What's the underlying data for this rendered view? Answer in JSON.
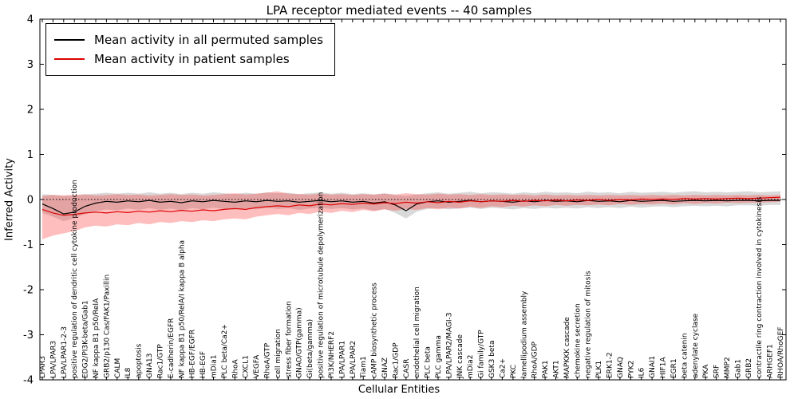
{
  "chart_data": {
    "type": "line",
    "title": "LPA receptor mediated events -- 40 samples",
    "xlabel": "Cellular Entities",
    "ylabel": "Inferred Activity",
    "ylim": [
      -4,
      4
    ],
    "yticks": [
      -4,
      -3,
      -2,
      -1,
      0,
      1,
      2,
      3,
      4
    ],
    "zero_line_style": "dotted",
    "legend_position": "upper left",
    "categories": [
      "LPAR3",
      "LPA/LPAR3",
      "LPA/LPAR1-2-3",
      "positive regulation of dendritic cell cytokine production",
      "EDG2/PI3K-beta/Gab1",
      "NF kappa B1 p50/RelA",
      "GRB2/p130 Cas/FAK1/Paxillin",
      "CALM",
      "IL8",
      "apoptosis",
      "GNA13",
      "Rac1/GTP",
      "E-cadherin/EGFR",
      "NF kappa B1 p50/RelA/I kappa B alpha",
      "HB-EGF/EGFR",
      "HB-EGF",
      "mDia1",
      "PLC beta/Ca2+",
      "RhoA",
      "CXCL1",
      "VEGFA",
      "RhoA/GTP",
      "cell migration",
      "stress fiber formation",
      "GNAO/GTP(gamma)",
      "Gi(beta/gamma)",
      "positive regulation of microtubule depolymerization",
      "PI3K/NHERF2",
      "LPA/LPAR1",
      "LPA/LPAR2",
      "Tiam1",
      "cAMP biosynthetic process",
      "GNAZ",
      "Rac1/GDP",
      "CASR",
      "endothelial cell migration",
      "PLC beta",
      "PLC gamma",
      "LPA/LPAR2/MAGI-3",
      "JNK cascade",
      "mDia2",
      "Gi family/GTP",
      "GSK3 beta",
      "Ca2+",
      "PKC",
      "lamellipodium assembly",
      "RhoA/GDP",
      "PAK1",
      "AKT1",
      "MAPKKK cascade",
      "chemokine secretion",
      "negative regulation of mitosis",
      "PLK1",
      "ERK1-2",
      "GNAQ",
      "PYK2",
      "IL6",
      "GNAI1",
      "HIF1A",
      "EGR1",
      "beta catenin",
      "adenylate cyclase",
      "PKA",
      "SRF",
      "MMP2",
      "Gab1",
      "GRB2",
      "contractile ring contraction involved in cytokinesis",
      "ARHGEF1",
      "RHOA/RhoGEF"
    ],
    "series": [
      {
        "name": "Mean activity in all permuted samples",
        "color": "#000000",
        "band_color": "rgba(128,128,128,0.30)",
        "values": [
          -0.1,
          -0.2,
          -0.32,
          -0.28,
          -0.15,
          -0.08,
          -0.04,
          -0.06,
          -0.03,
          -0.05,
          -0.02,
          -0.06,
          -0.04,
          -0.07,
          -0.03,
          -0.05,
          -0.02,
          -0.04,
          -0.06,
          -0.03,
          -0.05,
          -0.02,
          -0.04,
          -0.03,
          -0.06,
          -0.04,
          -0.02,
          -0.05,
          -0.03,
          -0.06,
          -0.04,
          -0.08,
          -0.05,
          -0.12,
          -0.25,
          -0.1,
          -0.05,
          -0.03,
          -0.06,
          -0.04,
          -0.02,
          -0.05,
          -0.03,
          -0.04,
          -0.06,
          -0.03,
          -0.05,
          -0.02,
          -0.04,
          -0.03,
          -0.05,
          -0.02,
          -0.04,
          -0.03,
          -0.05,
          -0.02,
          -0.04,
          -0.03,
          -0.02,
          -0.04,
          -0.03,
          -0.02,
          -0.03,
          -0.02,
          -0.03,
          -0.02,
          -0.02,
          -0.03,
          -0.02,
          -0.02
        ],
        "band_low": [
          -0.3,
          -0.38,
          -0.48,
          -0.42,
          -0.32,
          -0.26,
          -0.22,
          -0.24,
          -0.2,
          -0.23,
          -0.19,
          -0.23,
          -0.2,
          -0.24,
          -0.19,
          -0.22,
          -0.18,
          -0.21,
          -0.23,
          -0.19,
          -0.22,
          -0.18,
          -0.21,
          -0.19,
          -0.23,
          -0.2,
          -0.18,
          -0.21,
          -0.19,
          -0.22,
          -0.2,
          -0.25,
          -0.21,
          -0.3,
          -0.42,
          -0.27,
          -0.21,
          -0.19,
          -0.22,
          -0.2,
          -0.18,
          -0.21,
          -0.18,
          -0.2,
          -0.22,
          -0.19,
          -0.21,
          -0.18,
          -0.2,
          -0.18,
          -0.2,
          -0.17,
          -0.19,
          -0.17,
          -0.19,
          -0.16,
          -0.18,
          -0.16,
          -0.15,
          -0.17,
          -0.15,
          -0.14,
          -0.15,
          -0.14,
          -0.15,
          -0.13,
          -0.13,
          -0.14,
          -0.12,
          -0.12
        ],
        "band_high": [
          0.12,
          0.1,
          0.08,
          0.09,
          0.12,
          0.13,
          0.15,
          0.13,
          0.15,
          0.13,
          0.16,
          0.13,
          0.15,
          0.12,
          0.15,
          0.13,
          0.16,
          0.14,
          0.12,
          0.15,
          0.13,
          0.16,
          0.14,
          0.15,
          0.12,
          0.14,
          0.16,
          0.13,
          0.15,
          0.12,
          0.14,
          0.11,
          0.14,
          0.1,
          0.08,
          0.11,
          0.14,
          0.16,
          0.13,
          0.15,
          0.17,
          0.14,
          0.16,
          0.15,
          0.13,
          0.16,
          0.14,
          0.17,
          0.15,
          0.16,
          0.14,
          0.17,
          0.15,
          0.16,
          0.14,
          0.17,
          0.15,
          0.16,
          0.17,
          0.15,
          0.17,
          0.18,
          0.16,
          0.17,
          0.16,
          0.17,
          0.18,
          0.16,
          0.17,
          0.18
        ]
      },
      {
        "name": "Mean activity in patient samples",
        "color": "#dd0000",
        "band_color": "rgba(255,40,40,0.30)",
        "values": [
          -0.22,
          -0.3,
          -0.35,
          -0.33,
          -0.3,
          -0.28,
          -0.3,
          -0.27,
          -0.29,
          -0.26,
          -0.28,
          -0.25,
          -0.27,
          -0.24,
          -0.26,
          -0.23,
          -0.25,
          -0.22,
          -0.2,
          -0.22,
          -0.18,
          -0.16,
          -0.14,
          -0.16,
          -0.12,
          -0.14,
          -0.1,
          -0.12,
          -0.09,
          -0.11,
          -0.08,
          -0.1,
          -0.07,
          -0.09,
          -0.06,
          -0.08,
          -0.05,
          -0.07,
          -0.04,
          -0.06,
          -0.03,
          -0.05,
          -0.03,
          -0.04,
          -0.02,
          -0.04,
          -0.02,
          -0.03,
          -0.01,
          -0.03,
          -0.01,
          -0.02,
          0.0,
          -0.02,
          0.0,
          -0.01,
          0.01,
          0.0,
          0.01,
          0.0,
          0.02,
          0.01,
          0.02,
          0.01,
          0.02,
          0.03,
          0.02,
          0.03,
          0.04,
          0.05
        ],
        "band_low": [
          -0.88,
          -0.8,
          -0.75,
          -0.7,
          -0.62,
          -0.58,
          -0.6,
          -0.55,
          -0.57,
          -0.52,
          -0.55,
          -0.5,
          -0.52,
          -0.48,
          -0.5,
          -0.46,
          -0.48,
          -0.44,
          -0.42,
          -0.44,
          -0.38,
          -0.35,
          -0.32,
          -0.35,
          -0.3,
          -0.32,
          -0.27,
          -0.3,
          -0.25,
          -0.28,
          -0.23,
          -0.26,
          -0.22,
          -0.25,
          -0.21,
          -0.23,
          -0.19,
          -0.22,
          -0.18,
          -0.2,
          -0.16,
          -0.19,
          -0.15,
          -0.17,
          -0.14,
          -0.16,
          -0.13,
          -0.15,
          -0.12,
          -0.14,
          -0.12,
          -0.13,
          -0.11,
          -0.13,
          -0.1,
          -0.12,
          -0.1,
          -0.11,
          -0.09,
          -0.11,
          -0.08,
          -0.1,
          -0.08,
          -0.09,
          -0.07,
          -0.08,
          -0.07,
          -0.07,
          -0.06,
          -0.05
        ],
        "band_high": [
          0.08,
          0.1,
          0.09,
          0.1,
          0.11,
          0.09,
          0.1,
          0.12,
          0.1,
          0.11,
          0.09,
          0.1,
          0.12,
          0.1,
          0.11,
          0.09,
          0.1,
          0.12,
          0.14,
          0.11,
          0.13,
          0.15,
          0.18,
          0.13,
          0.12,
          0.11,
          0.13,
          0.11,
          0.12,
          0.1,
          0.12,
          0.11,
          0.13,
          0.11,
          0.14,
          0.12,
          0.11,
          0.13,
          0.11,
          0.12,
          0.1,
          0.12,
          0.1,
          0.11,
          0.1,
          0.11,
          0.09,
          0.11,
          0.09,
          0.1,
          0.09,
          0.1,
          0.09,
          0.1,
          0.09,
          0.1,
          0.09,
          0.1,
          0.09,
          0.1,
          0.09,
          0.1,
          0.09,
          0.1,
          0.09,
          0.1,
          0.09,
          0.1,
          0.09,
          0.1
        ]
      }
    ]
  }
}
